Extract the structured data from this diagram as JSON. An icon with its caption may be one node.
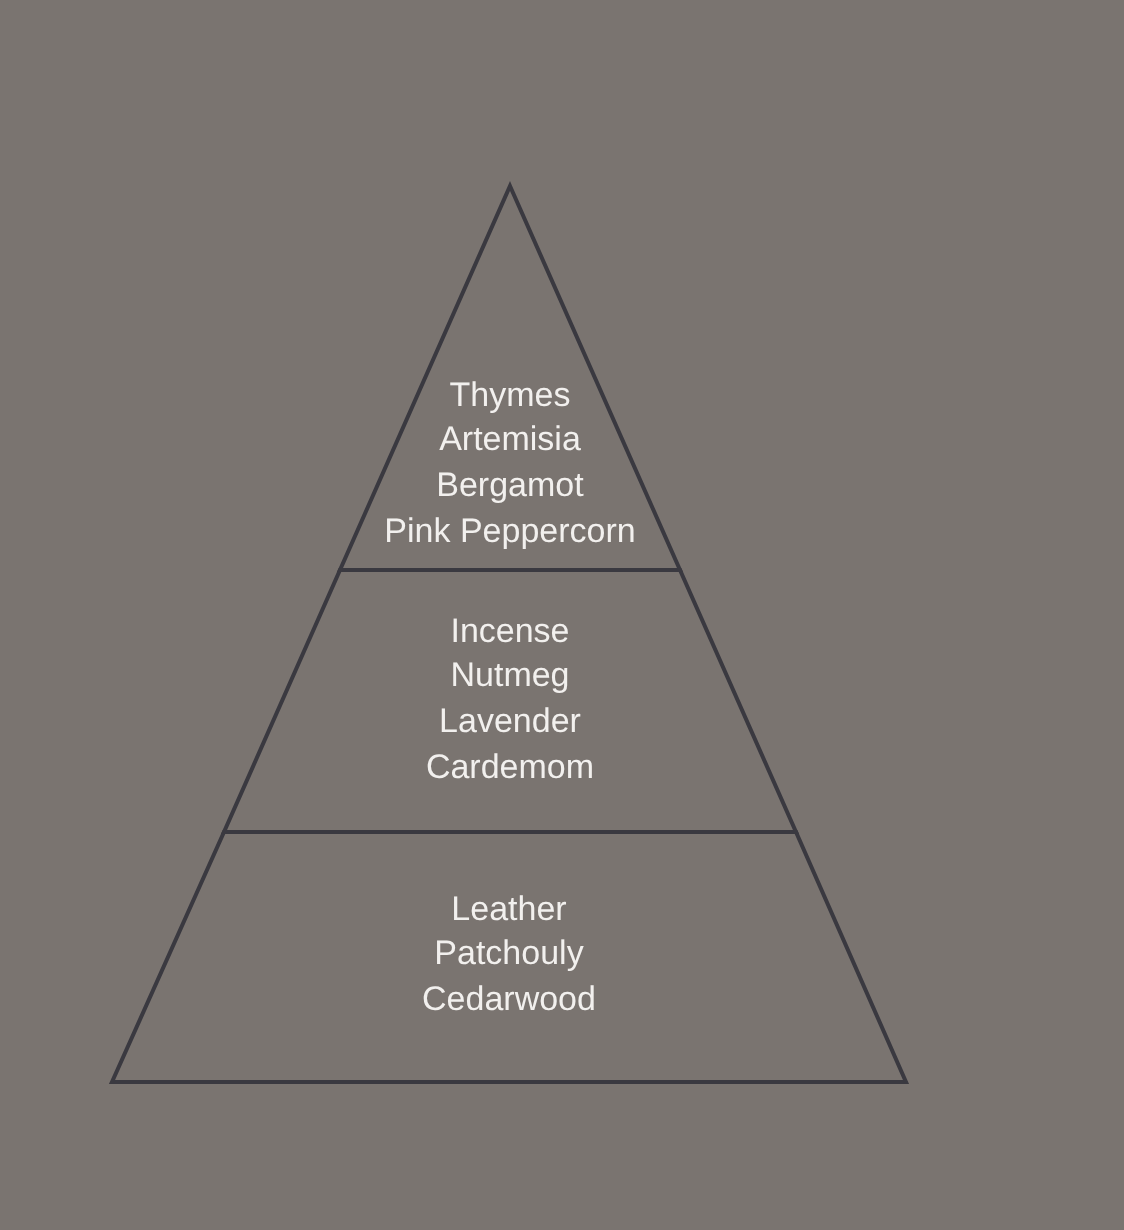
{
  "diagram": {
    "nodes": [
      {
        "text": [
          "Thymes",
          "Artemisia",
          "Bergamot",
          "Pink Peppercorn"
        ]
      },
      {
        "text": [
          "Incense",
          "Nutmeg",
          "Lavender",
          "Cardemom"
        ]
      },
      {
        "text": [
          "Leather",
          "Patchouly",
          "Cedarwood"
        ]
      }
    ]
  }
}
